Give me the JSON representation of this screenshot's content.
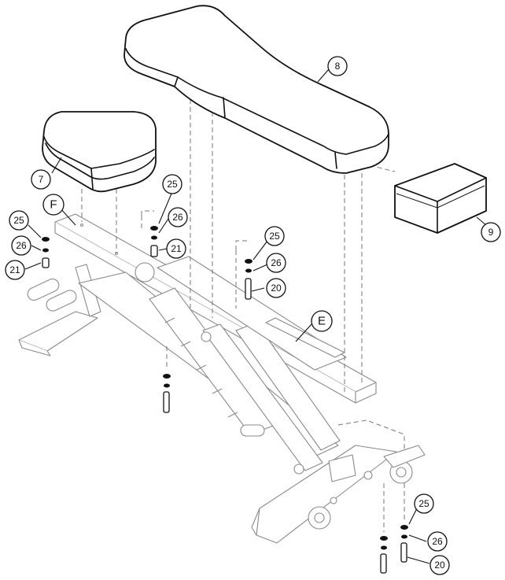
{
  "diagram": {
    "callouts": [
      {
        "id": "c8",
        "label": "8"
      },
      {
        "id": "c7",
        "label": "7"
      },
      {
        "id": "c9",
        "label": "9"
      },
      {
        "id": "cF",
        "label": "F"
      },
      {
        "id": "cE",
        "label": "E"
      },
      {
        "id": "c25a",
        "label": "25"
      },
      {
        "id": "c26a",
        "label": "26"
      },
      {
        "id": "c21a",
        "label": "21"
      },
      {
        "id": "c25b",
        "label": "25"
      },
      {
        "id": "c26b",
        "label": "26"
      },
      {
        "id": "c21b",
        "label": "21"
      },
      {
        "id": "c25c",
        "label": "25"
      },
      {
        "id": "c26c",
        "label": "26"
      },
      {
        "id": "c20a",
        "label": "20"
      },
      {
        "id": "c25d",
        "label": "25"
      },
      {
        "id": "c26d",
        "label": "26"
      },
      {
        "id": "c20b",
        "label": "20"
      }
    ]
  }
}
